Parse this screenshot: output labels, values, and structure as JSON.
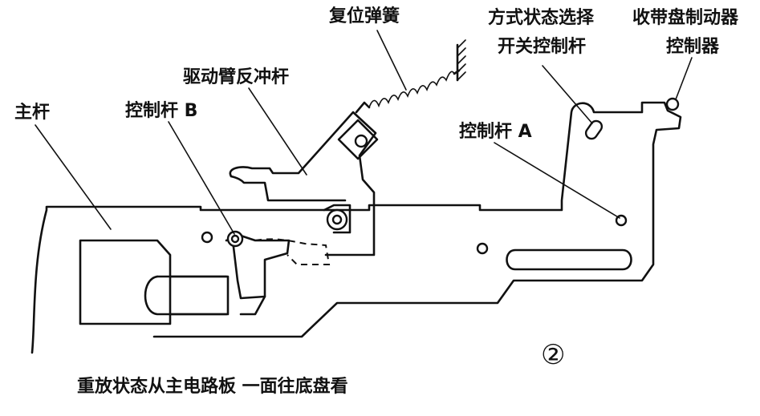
{
  "labels": {
    "reset_spring": "复位弹簧",
    "mode_switch_line1": "方式状态选择",
    "mode_switch_line2": "开关控制杆",
    "tape_brake_line1": "收带盘制动器",
    "tape_brake_line2": "控制器",
    "drive_arm": "驱动臂反冲杆",
    "main_lever": "主杆",
    "control_lever_b": "控制杆 B",
    "control_lever_a": "控制杆 A",
    "figure_number": "②",
    "caption": "重放状态从主电路板 一面往底盘看"
  }
}
